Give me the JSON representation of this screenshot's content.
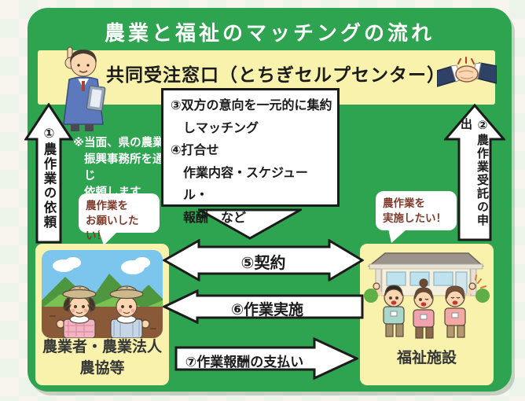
{
  "title": "農業と福祉のマッチングの流れ",
  "banner": {
    "title": "共同受注窓口（とちぎセルプセンター）"
  },
  "left_flow": {
    "arrow_label": "①農作業の依頼",
    "note_line1": "※当面、県の農業",
    "note_line2": "振興事務所を通じ",
    "note_line3": "依頼します",
    "bubble_line1": "農作業を",
    "bubble_line2": "お願いしたい！"
  },
  "right_flow": {
    "arrow_label": "②農作業受託の申出",
    "bubble_line1": "農作業を",
    "bubble_line2": "実施したい！"
  },
  "center_box": {
    "line1": "③双方の意向を一元的に集約",
    "line2": "しマッチング",
    "line3": "④打合せ",
    "line4": "作業内容・スケジュール・",
    "line5": "報酬　など"
  },
  "arrows": {
    "contract": "⑤契約",
    "work": "⑥作業実施",
    "payment": "⑦作業報酬の支払い"
  },
  "entities": {
    "farmer_line1": "農業者・農業法人",
    "farmer_line2": "農協等",
    "welfare": "福祉施設"
  },
  "icons": {
    "top_left": "businessman-pointing-icon",
    "top_right": "handshake-icon",
    "bottom_left": "farmers-field-illustration",
    "bottom_right": "welfare-facility-illustration"
  },
  "colors": {
    "panel_green": "#2EA350",
    "card_yellow": "#F8F2AC",
    "bubble_text": "#7E3B2B",
    "ink": "#1B1B1B",
    "title_white": "#FFFFFF"
  }
}
